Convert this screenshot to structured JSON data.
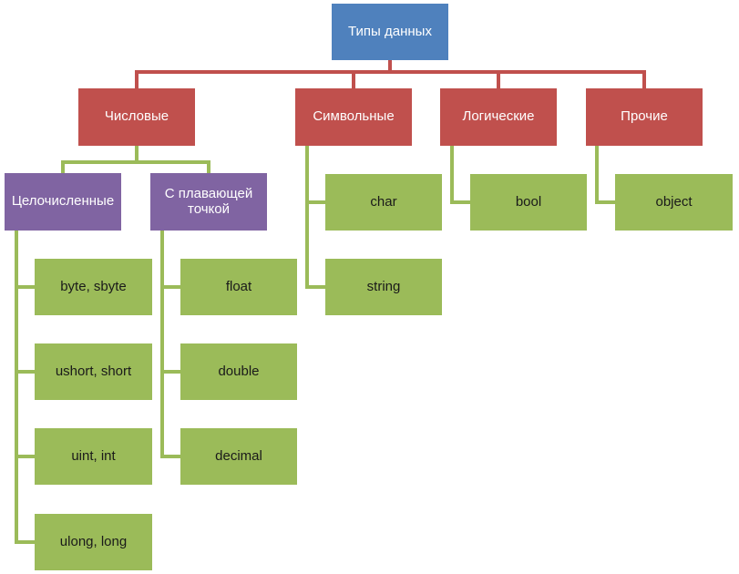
{
  "root": {
    "label": "Типы данных",
    "color": "#4f81bd"
  },
  "categories": [
    {
      "label": "Числовые",
      "color": "#c0504d"
    },
    {
      "label": "Символьные",
      "color": "#c0504d"
    },
    {
      "label": "Логические",
      "color": "#c0504d"
    },
    {
      "label": "Прочие",
      "color": "#c0504d"
    }
  ],
  "numeric_subcategories": [
    {
      "label": "Целочисленные",
      "color": "#8064a2"
    },
    {
      "label": "С плавающей точкой",
      "color": "#8064a2"
    }
  ],
  "integer_types": [
    "byte, sbyte",
    "ushort, short",
    "uint, int",
    "ulong, long"
  ],
  "float_types": [
    "float",
    "double",
    "decimal"
  ],
  "char_types": [
    "char",
    "string"
  ],
  "bool_types": [
    "bool"
  ],
  "other_types": [
    "object"
  ],
  "connector_colors": {
    "root": "#c0504d",
    "leaf": "#9bbb59"
  }
}
